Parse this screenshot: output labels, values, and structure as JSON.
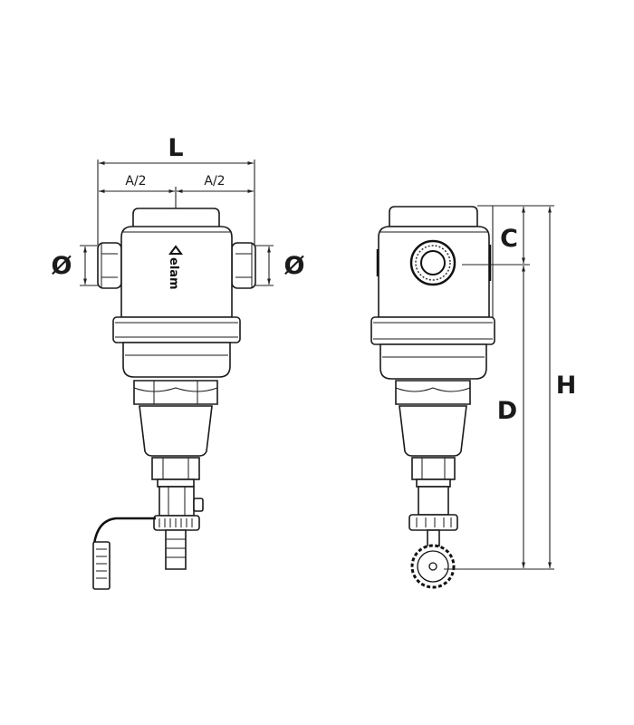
{
  "diagram": {
    "dimensions": {
      "length": "L",
      "half_left": "A/2",
      "half_right": "A/2",
      "diameter_left": "Ø",
      "diameter_right": "Ø",
      "c": "C",
      "d": "D",
      "h": "H"
    },
    "logo_text": "elam",
    "colors": {
      "line": "#1a1a1a",
      "background": "#ffffff"
    }
  }
}
